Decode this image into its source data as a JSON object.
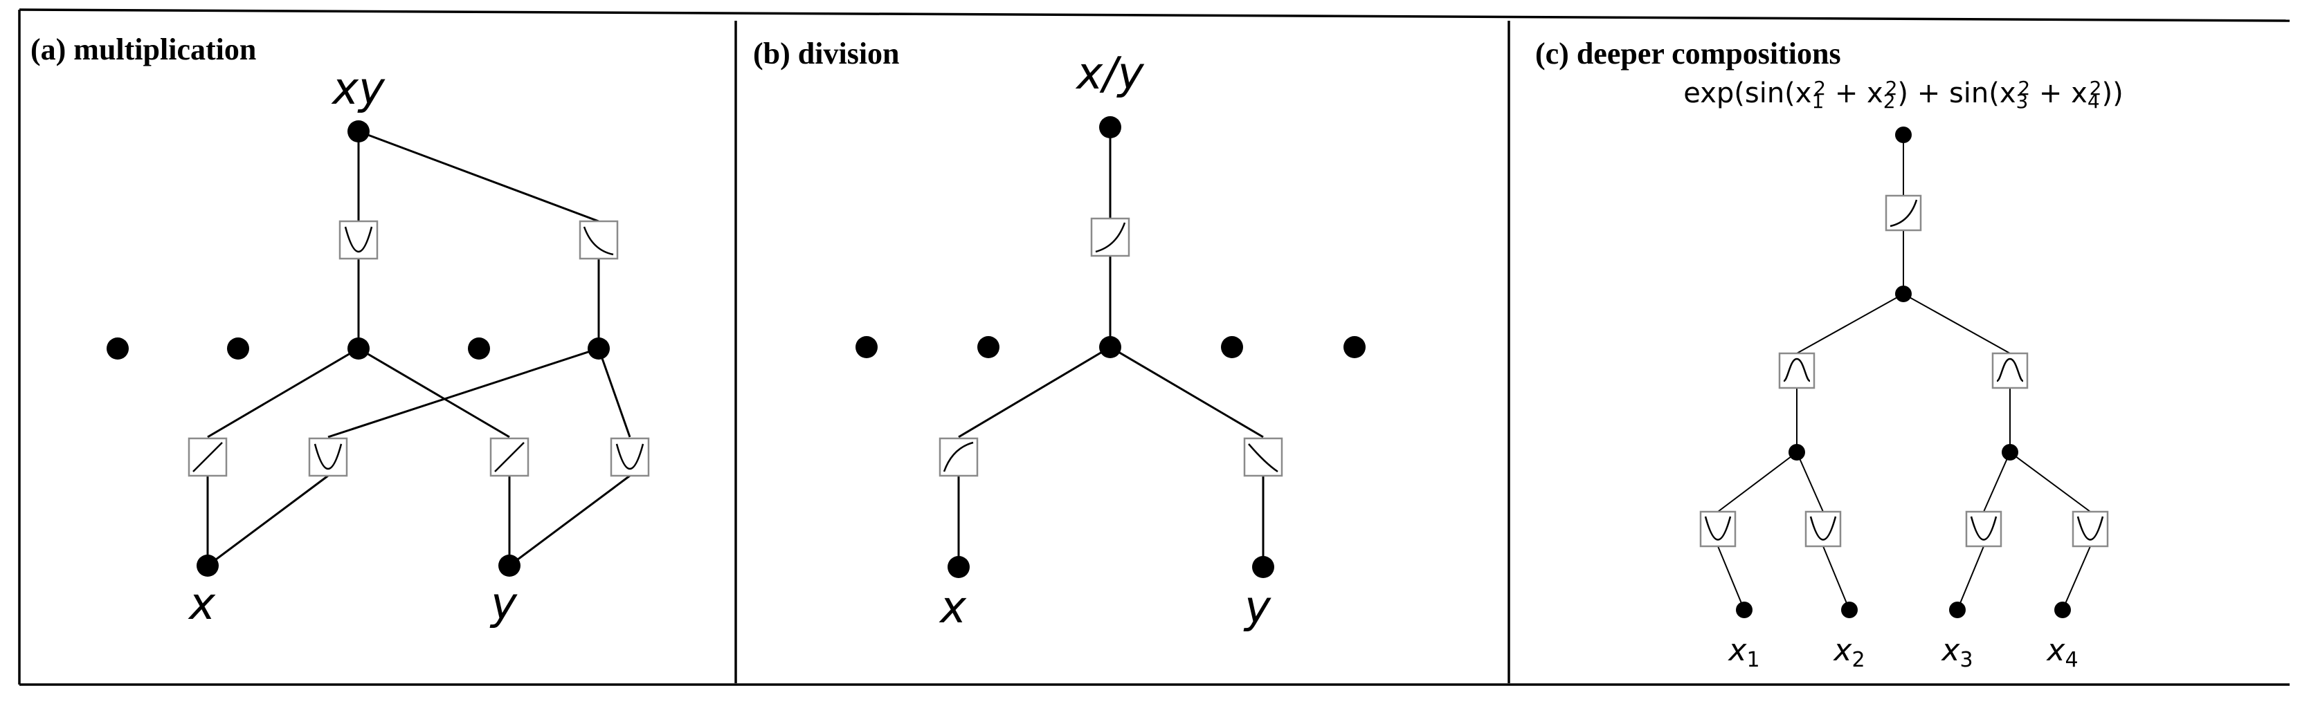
{
  "panels": [
    {
      "id": "a",
      "title": "(a) multiplication",
      "output_label": "xy",
      "input_labels": [
        "x",
        "y"
      ]
    },
    {
      "id": "b",
      "title": "(b) division",
      "output_label": "x/y",
      "input_labels": [
        "x",
        "y"
      ]
    },
    {
      "id": "c",
      "title": "(c) deeper compositions",
      "formula": {
        "prefix": "exp(sin(x",
        "s1": "1",
        "t1": "2",
        "mid1": " + x",
        "s2": "2",
        "t2": "2",
        "mid2": ") + sin(x",
        "s3": "3",
        "t3": "2",
        "mid3": " + x",
        "s4": "4",
        "t4": "2",
        "suffix": "))"
      },
      "input_labels": [
        {
          "base": "x",
          "sub": "1"
        },
        {
          "base": "x",
          "sub": "2"
        },
        {
          "base": "x",
          "sub": "3"
        },
        {
          "base": "x",
          "sub": "4"
        }
      ]
    }
  ],
  "activation_icons": [
    "quadratic-icon",
    "falling-curve-icon",
    "rising-curve-icon",
    "linear-icon",
    "sine-icon"
  ],
  "colors": {
    "node": "#000000",
    "edge": "#000000",
    "activation_box_border": "#8a8a8a",
    "frame": "#000000"
  }
}
